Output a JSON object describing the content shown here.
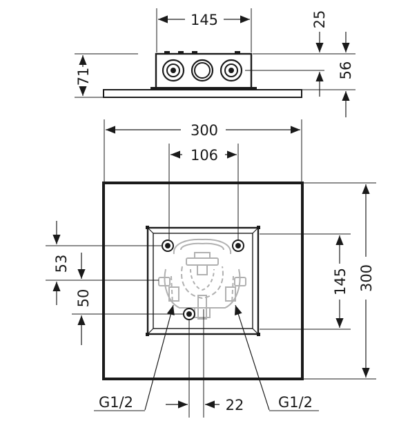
{
  "drawing": {
    "top_view": {
      "width_label": "145",
      "right_label_top": "25",
      "right_label_bottom": "56",
      "left_label": "71"
    },
    "front_view": {
      "total_width_label": "300",
      "inner_width_label": "106",
      "height_inner_label": "145",
      "height_total_label": "300",
      "left_label_upper": "53",
      "left_label_lower": "50",
      "bottom_offset_label": "22",
      "connection_left_label": "G1/2",
      "connection_right_label": "G1/2"
    },
    "colors": {
      "line": "#1a1a1a",
      "detail": "#b0b0b0",
      "background": "#ffffff"
    }
  }
}
